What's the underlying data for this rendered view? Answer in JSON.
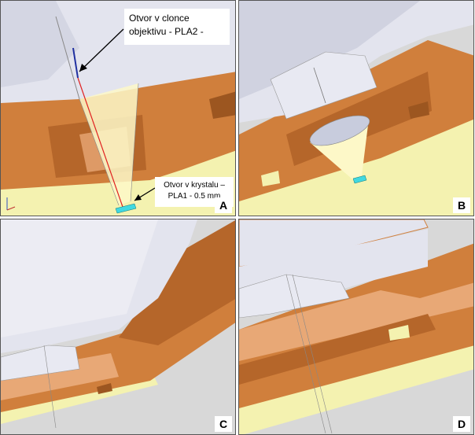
{
  "panels": [
    {
      "id": "A",
      "label": "A"
    },
    {
      "id": "B",
      "label": "B"
    },
    {
      "id": "C",
      "label": "C"
    },
    {
      "id": "D",
      "label": "D"
    }
  ],
  "callouts": {
    "lens_aperture": {
      "line1": "Otvor v clonce",
      "line2": "objektivu -   PLA2 -"
    },
    "crystal_aperture": {
      "line1": "Otvor v krystalu –",
      "line2": "PLA1 - 0.5 mm"
    }
  },
  "colors": {
    "lens_gray": "#e3e4ee",
    "orange": "#d07f3c",
    "dark_orange": "#b5662a",
    "light_orange": "#e8a876",
    "yellow": "#f4f2b0",
    "cyan": "#40d8e0",
    "cone": "#fdf8c8",
    "beam_red": "#e02020",
    "beam_blue": "#2030a0"
  }
}
